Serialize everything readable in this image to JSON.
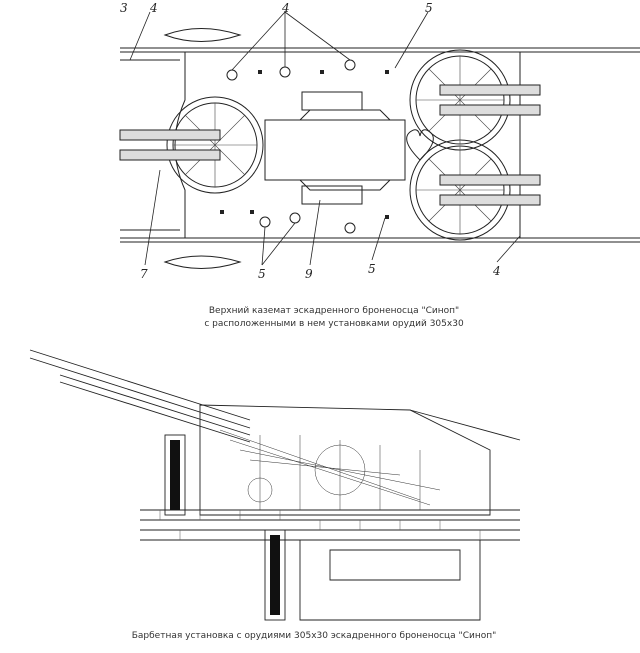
{
  "figure_top": {
    "callouts": [
      "3",
      "4",
      "4",
      "5",
      "5",
      "9",
      "5",
      "4",
      "7"
    ],
    "caption_line1": "Верхний каземат эскадренного броненосца \"Синоп\"",
    "caption_line2": "с расположенными в нем установками орудий  305х30"
  },
  "figure_bottom": {
    "caption": "Барбетная установка с орудиями 305х30 эскадренного броненосца \"Синоп\""
  }
}
